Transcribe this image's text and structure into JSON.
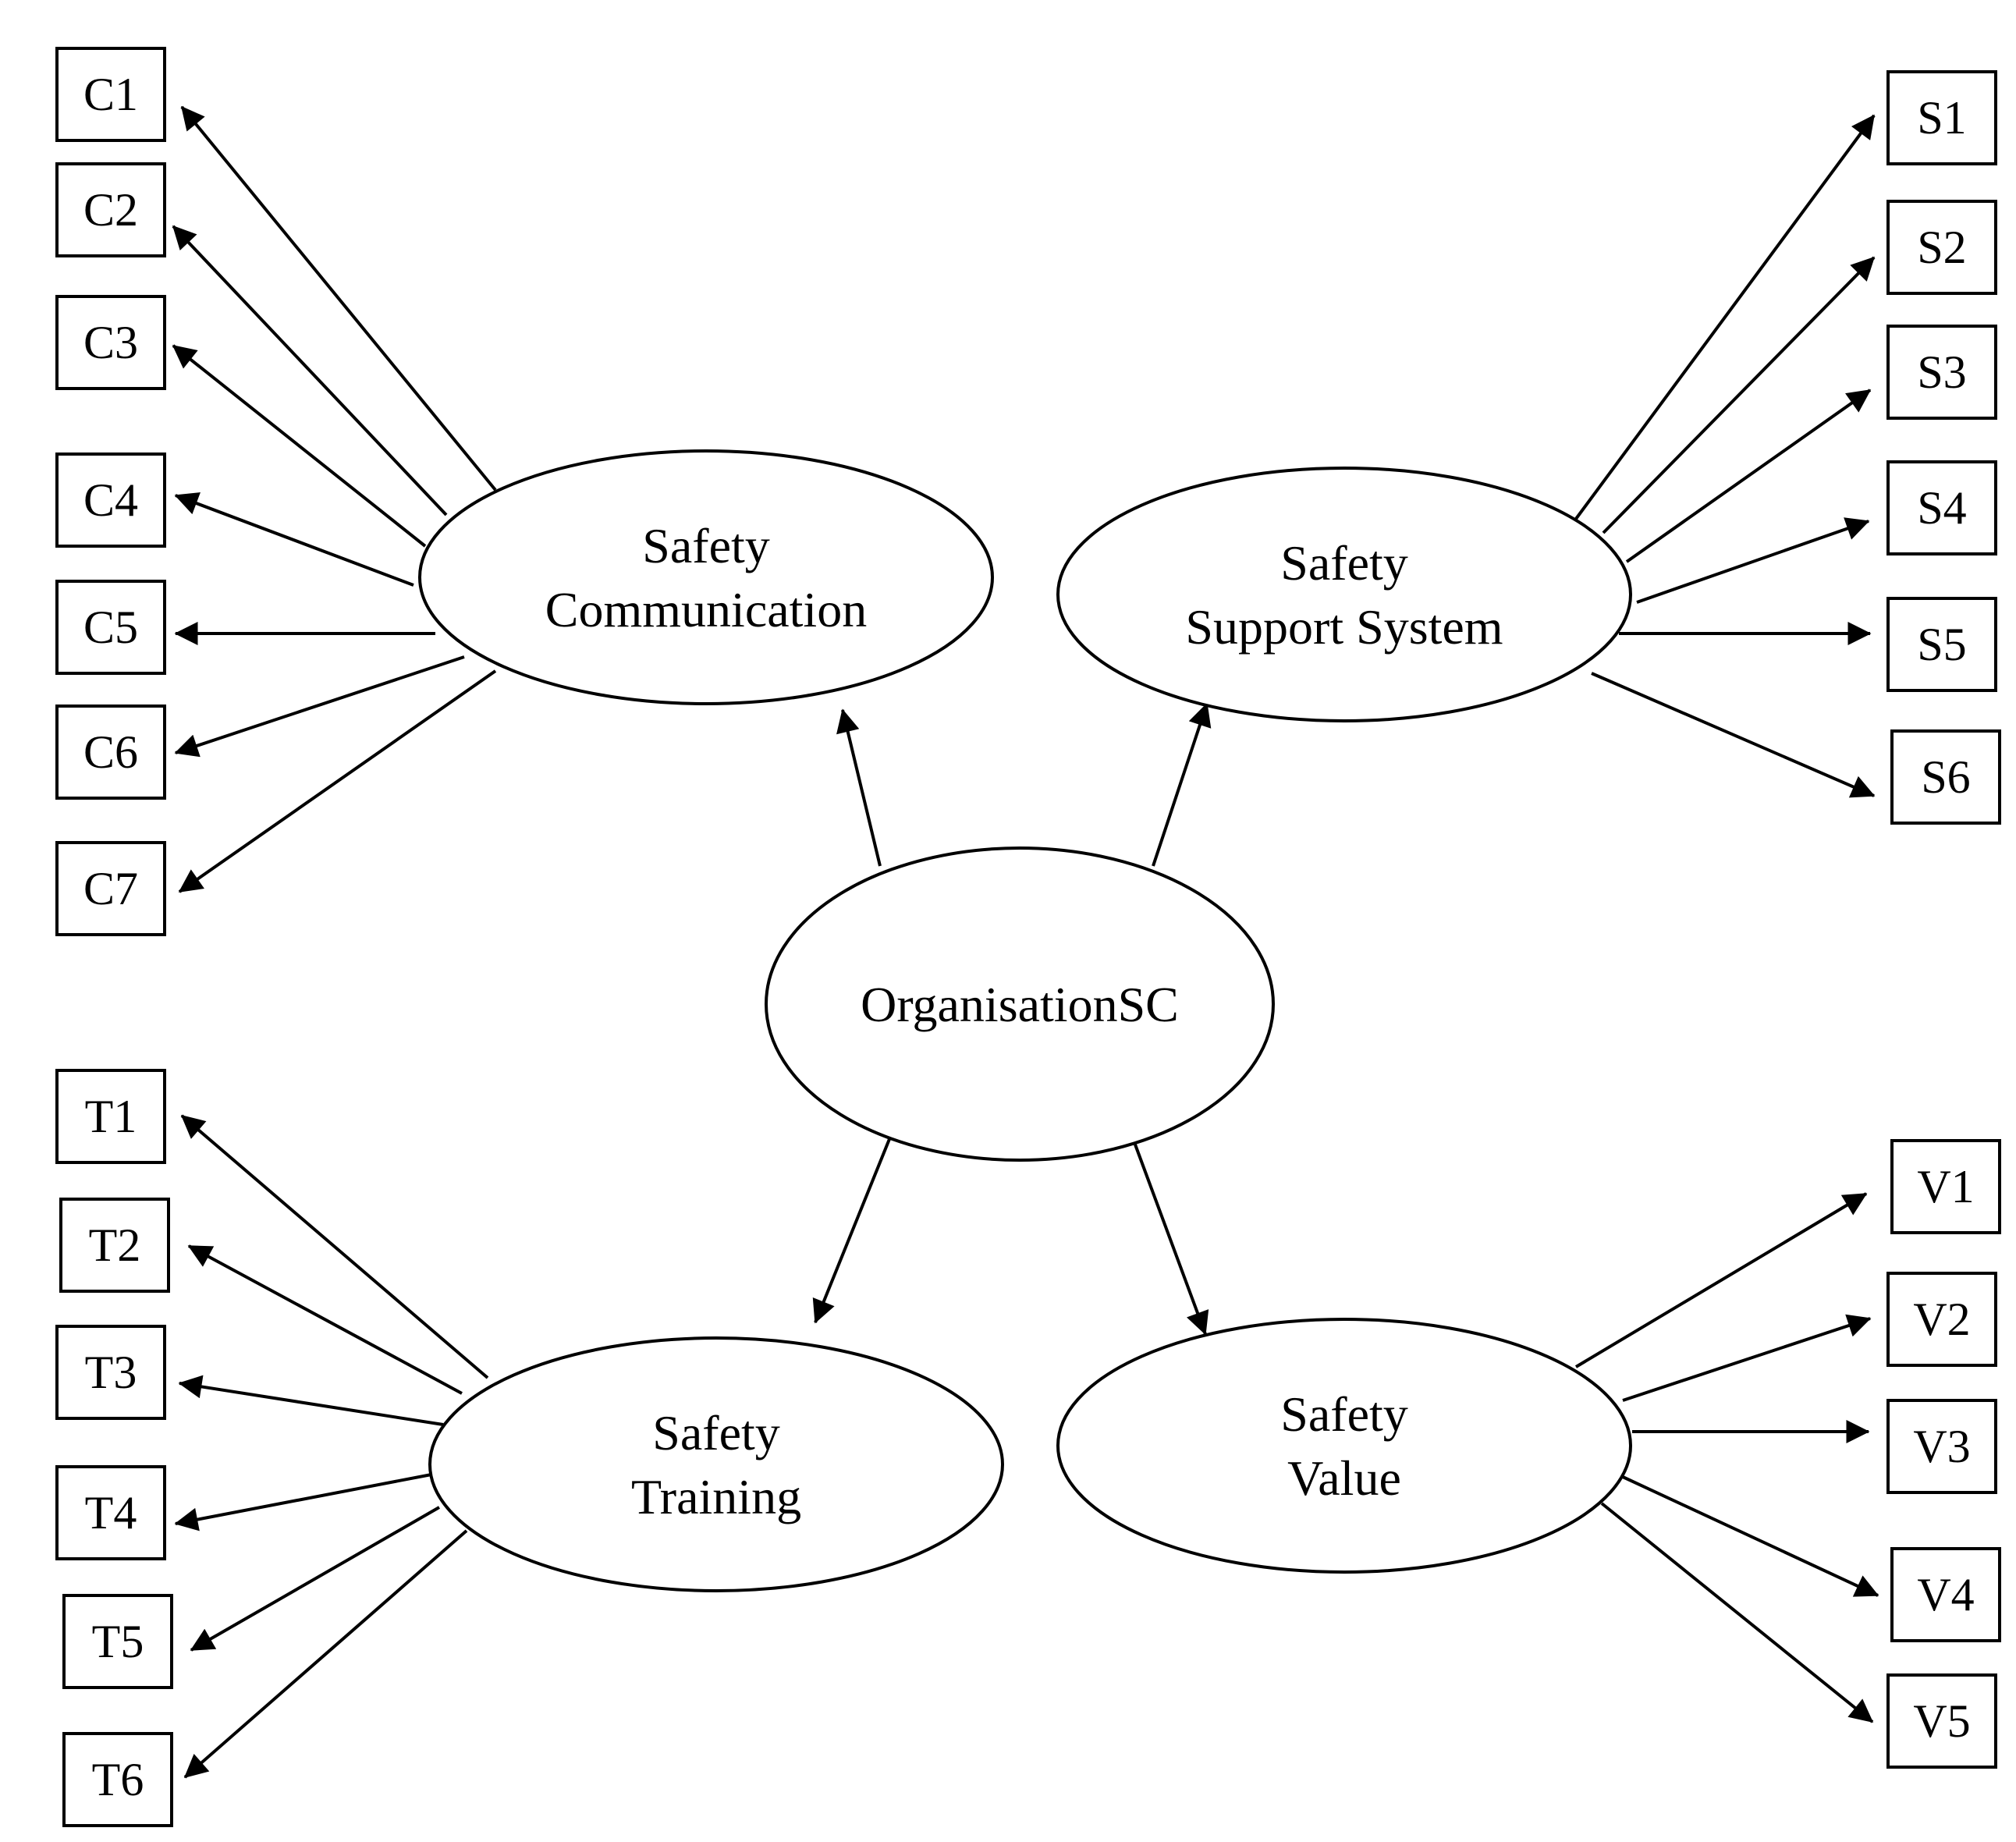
{
  "colors": {
    "stroke": "#000000",
    "background": "#ffffff"
  },
  "constructs": {
    "central": {
      "lines": [
        "OrganisationSC"
      ]
    },
    "communication": {
      "lines": [
        "Safety",
        "Communication"
      ]
    },
    "support": {
      "lines": [
        "Safety",
        "Support System"
      ]
    },
    "training": {
      "lines": [
        "Safety",
        "Training"
      ]
    },
    "value": {
      "lines": [
        "Safety",
        "Value"
      ]
    }
  },
  "indicators": {
    "communication": [
      "C1",
      "C2",
      "C3",
      "C4",
      "C5",
      "C6",
      "C7"
    ],
    "support": [
      "S1",
      "S2",
      "S3",
      "S4",
      "S5",
      "S6"
    ],
    "training": [
      "T1",
      "T2",
      "T3",
      "T4",
      "T5",
      "T6"
    ],
    "value": [
      "V1",
      "V2",
      "V3",
      "V4",
      "V5"
    ]
  }
}
